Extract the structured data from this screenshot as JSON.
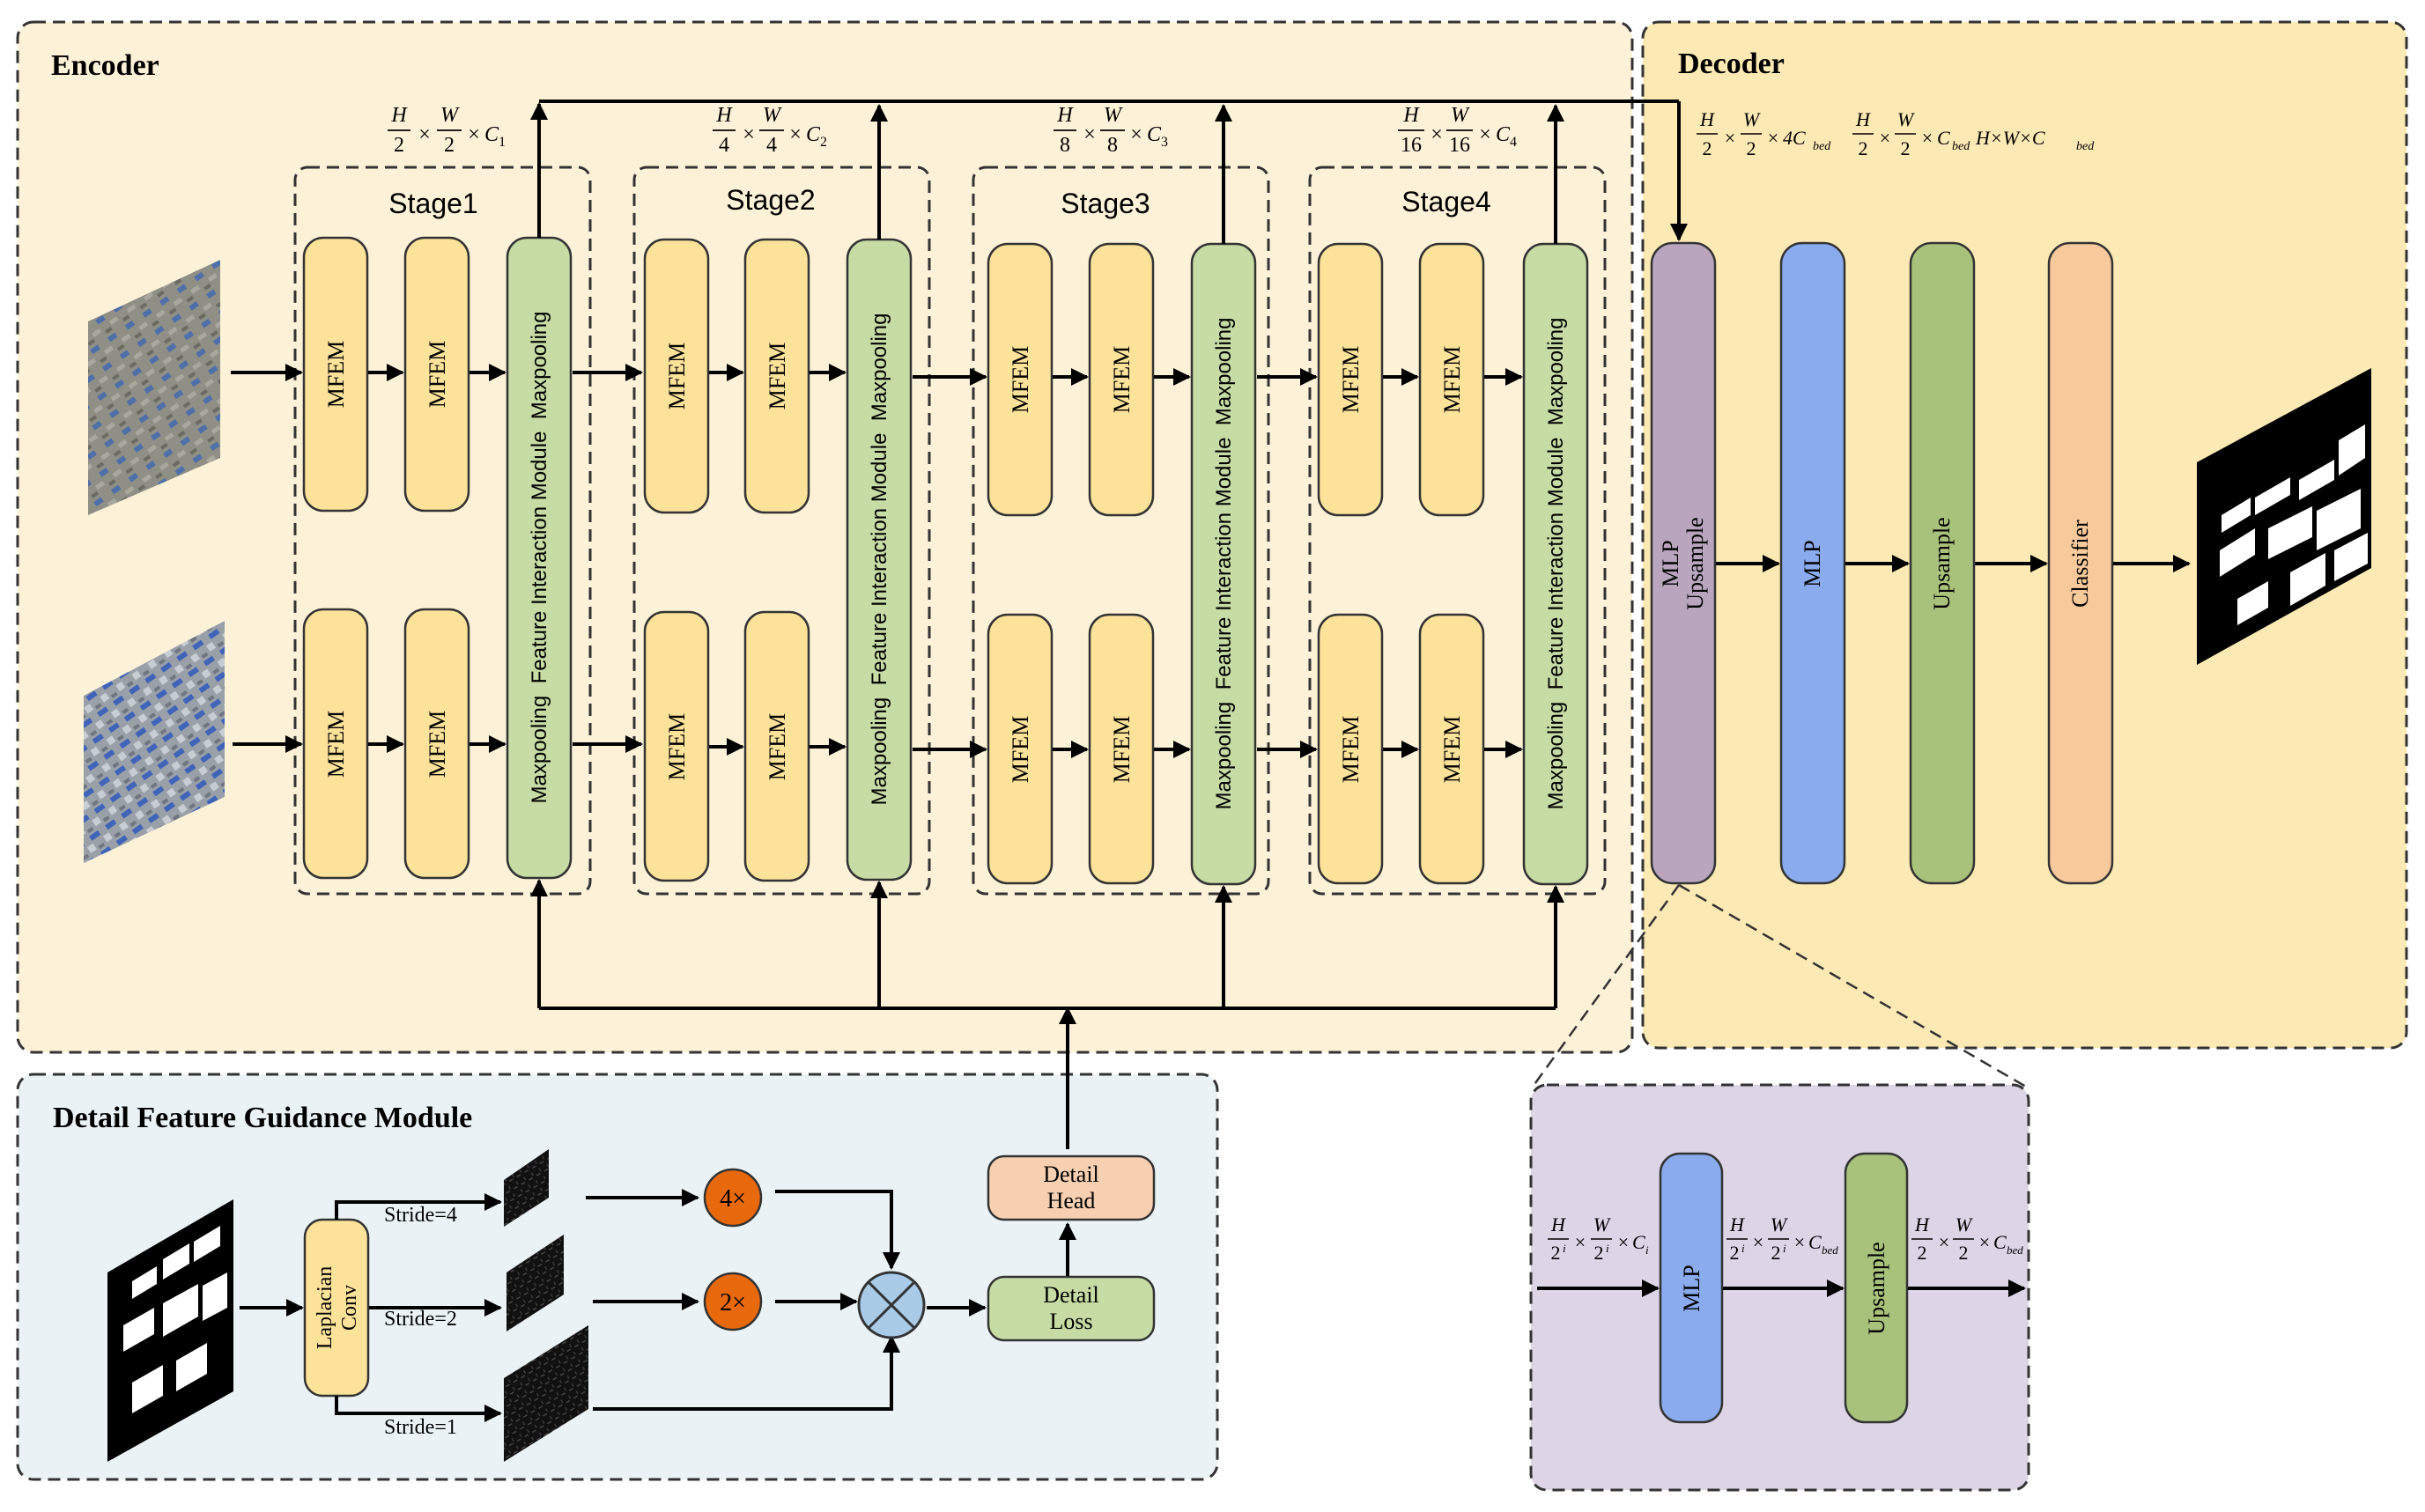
{
  "panels": {
    "encoder": "Encoder",
    "decoder": "Decoder",
    "detail": "Detail Feature Guidance Module"
  },
  "stages": [
    "Stage1",
    "Stage2",
    "Stage3",
    "Stage4"
  ],
  "blocks": {
    "mfem": "MFEM",
    "fim": "Maxpooling  Feature Interaction Module  Maxpooling",
    "mlp_upsample_line1": "MLP",
    "mlp_upsample_line2": "Upsample",
    "mlp": "MLP",
    "upsample": "Upsample",
    "classifier": "Classifier",
    "laplacian_line1": "Laplacian",
    "laplacian_line2": "Conv",
    "detail_head_line1": "Detail",
    "detail_head_line2": "Head",
    "detail_loss_line1": "Detail",
    "detail_loss_line2": "Loss"
  },
  "stage_dims": [
    {
      "h": "H",
      "hd": "2",
      "w": "W",
      "wd": "2",
      "c": "C",
      "cs": "1"
    },
    {
      "h": "H",
      "hd": "4",
      "w": "W",
      "wd": "4",
      "c": "C",
      "cs": "2"
    },
    {
      "h": "H",
      "hd": "8",
      "w": "W",
      "wd": "8",
      "c": "C",
      "cs": "3"
    },
    {
      "h": "H",
      "hd": "16",
      "w": "W",
      "wd": "16",
      "c": "C",
      "cs": "4"
    }
  ],
  "decoder_dims": [
    {
      "h": "H",
      "hd": "2",
      "w": "W",
      "wd": "2",
      "c": "4C",
      "cs": "bed"
    },
    {
      "h": "H",
      "hd": "2",
      "w": "W",
      "wd": "2",
      "c": "C",
      "cs": "bed"
    },
    {
      "text": "H×W×C",
      "cs": "bed"
    }
  ],
  "inset_dims": [
    {
      "h": "H",
      "hd": "2",
      "hsup": "i",
      "w": "W",
      "wd": "2",
      "wsup": "i",
      "c": "C",
      "cs": "i"
    },
    {
      "h": "H",
      "hd": "2",
      "hsup": "i",
      "w": "W",
      "wd": "2",
      "wsup": "i",
      "c": "C",
      "cs": "bed"
    },
    {
      "h": "H",
      "hd": "2",
      "hsup": "",
      "w": "W",
      "wd": "2",
      "wsup": "",
      "c": "C",
      "cs": "bed"
    }
  ],
  "strides": [
    "Stride=4",
    "Stride=2",
    "Stride=1"
  ],
  "multipliers": [
    "4×",
    "2×"
  ],
  "times": "×",
  "colors": {
    "encoder_bg": "#fdf2d8",
    "decoder_bg": "#fce9b4",
    "detail_bg": "#eaf2f5",
    "inset_bg": "#ddd4e6",
    "mfem": "#fde39a",
    "fim": "#c6dca4",
    "mlp_upsample": "#b9a6be",
    "mlp": "#8aabee",
    "upsample": "#a9c27b",
    "classifier": "#f7c99b",
    "laplacian": "#fde39a",
    "detail_head": "#f7cfb1",
    "detail_loss": "#c6dca4",
    "multiplier": "#e8690c",
    "otimes": "#a9cbe8"
  }
}
